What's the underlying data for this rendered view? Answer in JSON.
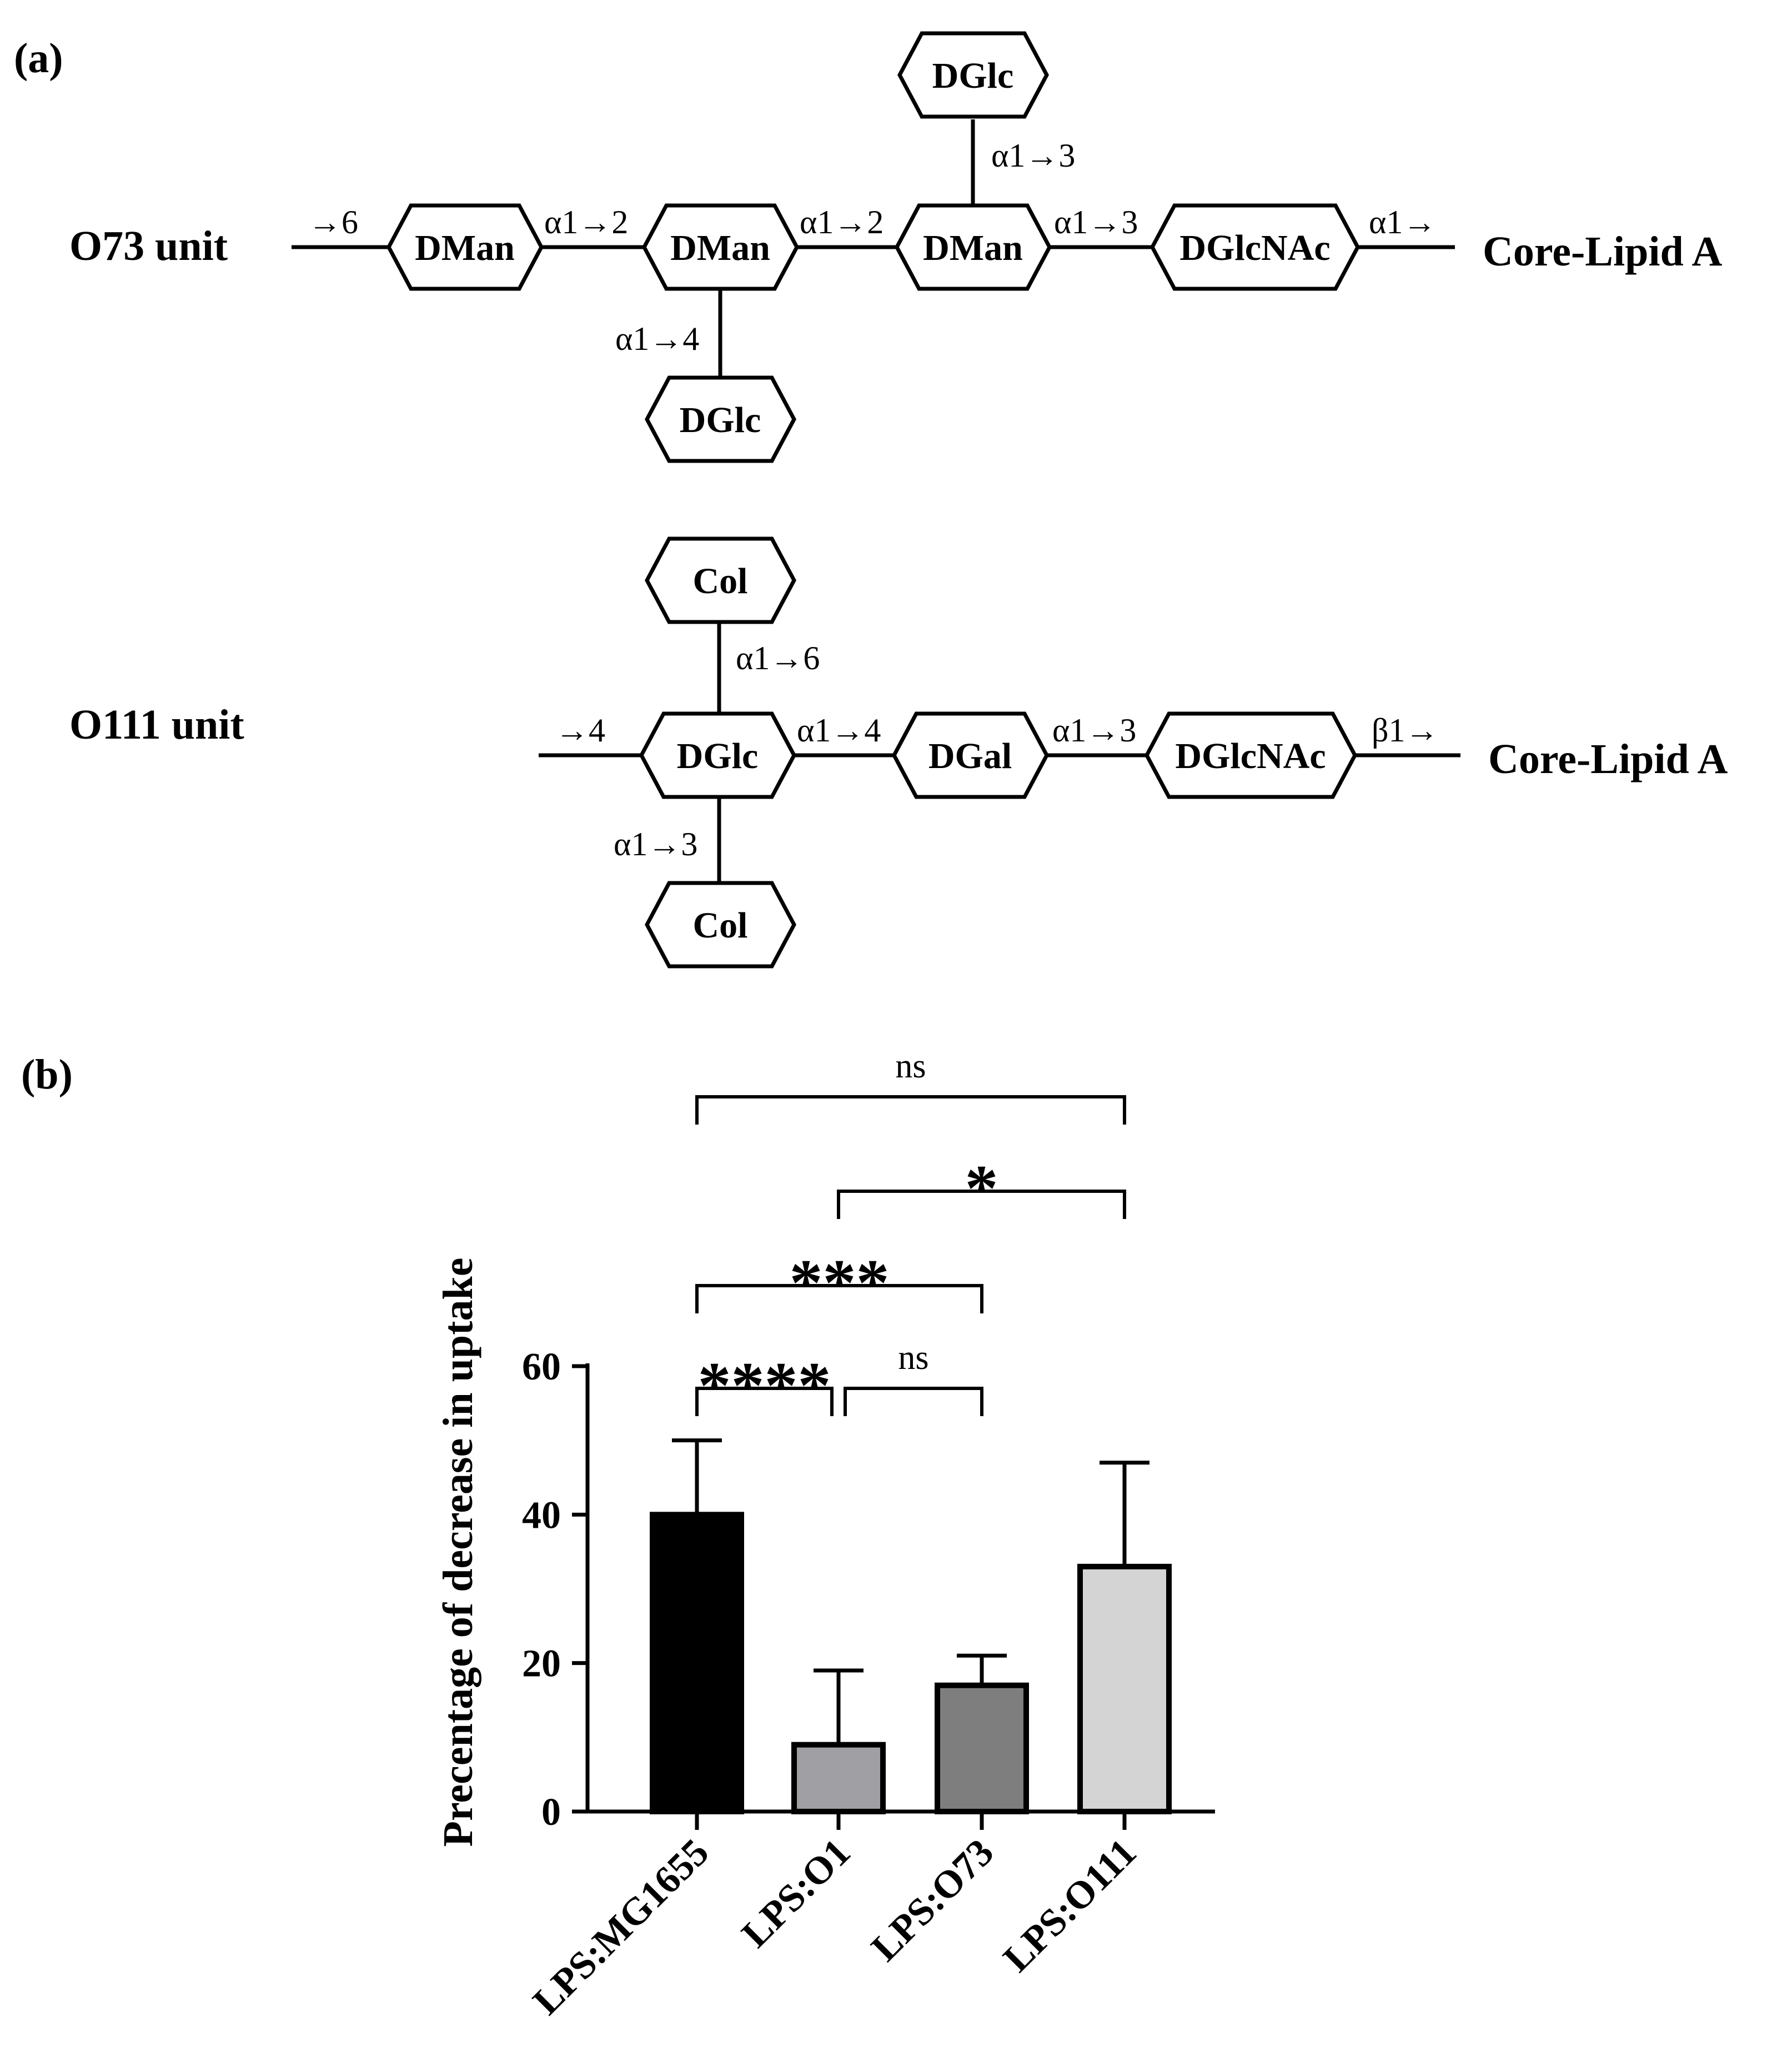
{
  "panel_a": {
    "label": "(a)",
    "o73": {
      "title": "O73 unit",
      "end_label": "Core-Lipid A",
      "left_link": "→6",
      "main_chain": [
        {
          "name": "DMan",
          "link_after": "α1→2"
        },
        {
          "name": "DMan",
          "link_after": "α1→2"
        },
        {
          "name": "DMan",
          "link_after": "α1→3"
        },
        {
          "name": "DGlcNAc",
          "link_after": "α1→"
        }
      ],
      "branch_top": {
        "name": "DGlc",
        "link": "α1→3",
        "attached_to_index": 2
      },
      "branch_bottom": {
        "name": "DGlc",
        "link": "α1→4",
        "attached_to_index": 1
      }
    },
    "o111": {
      "title": "O111 unit",
      "end_label": "Core-Lipid A",
      "left_link": "→4",
      "main_chain": [
        {
          "name": "DGlc",
          "link_after": "α1→4"
        },
        {
          "name": "DGal",
          "link_after": "α1→3"
        },
        {
          "name": "DGlcNAc",
          "link_after": "β1→"
        }
      ],
      "branch_top": {
        "name": "Col",
        "link": "α1→6",
        "attached_to_index": 0
      },
      "branch_bottom": {
        "name": "Col",
        "link": "α1→3",
        "attached_to_index": 0
      }
    }
  },
  "panel_b": {
    "label": "(b)"
  },
  "chart_data": {
    "type": "bar",
    "title": "",
    "xlabel": "",
    "ylabel": "Precentage of decrease in uptake",
    "ylim": [
      0,
      60
    ],
    "yticks": [
      0,
      20,
      40,
      60
    ],
    "categories": [
      "LPS:MG1655",
      "LPS:O1",
      "LPS:O73",
      "LPS:O111"
    ],
    "values": [
      40,
      9,
      17,
      33
    ],
    "error_upper": [
      50,
      19,
      21,
      47
    ],
    "colors": [
      "#000000",
      "#a0a0a4",
      "#7e7e7e",
      "#d4d4d4"
    ],
    "significance": [
      {
        "from": "LPS:MG1655",
        "to": "LPS:O1",
        "label": "****"
      },
      {
        "from": "LPS:O1",
        "to": "LPS:O73",
        "label": "ns"
      },
      {
        "from": "LPS:MG1655",
        "to": "LPS:O73",
        "label": "***"
      },
      {
        "from": "LPS:O1",
        "to": "LPS:O111",
        "label": "*"
      },
      {
        "from": "LPS:MG1655",
        "to": "LPS:O111",
        "label": "ns"
      }
    ]
  }
}
